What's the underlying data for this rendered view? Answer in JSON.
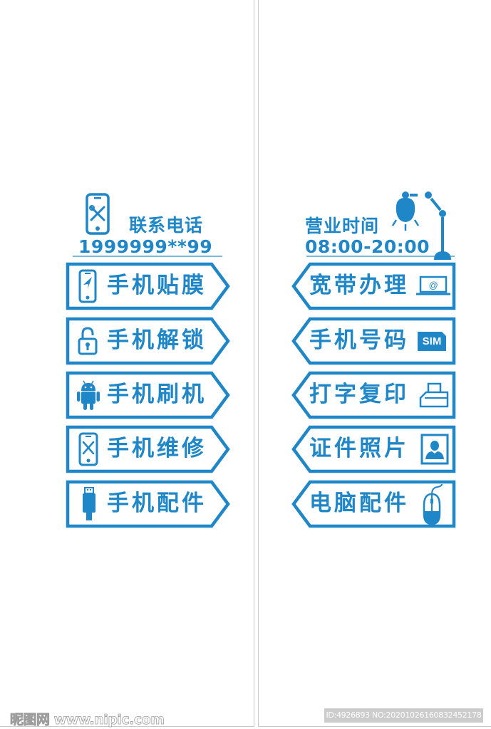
{
  "colors": {
    "accent": "#1f87c8",
    "panel_border": "#c9c9c9",
    "watermark_bg": "#cccccc"
  },
  "left_panel": {
    "header": {
      "icon": "phone-repair-icon",
      "title": "联系电话",
      "phone": "1999999**99"
    },
    "signs": [
      {
        "label": "手机贴膜",
        "icon": "phone-film-icon",
        "arrow": "right"
      },
      {
        "label": "手机解锁",
        "icon": "unlock-icon",
        "arrow": "right"
      },
      {
        "label": "手机刷机",
        "icon": "android-icon",
        "arrow": "right"
      },
      {
        "label": "手机维修",
        "icon": "phone-repair-icon",
        "arrow": "right"
      },
      {
        "label": "手机配件",
        "icon": "usb-cable-icon",
        "arrow": "right"
      }
    ]
  },
  "right_panel": {
    "header": {
      "icon": "desk-lamp-icon",
      "title": "营业时间",
      "hours": "08:00-20:00"
    },
    "signs": [
      {
        "label": "宽带办理",
        "icon": "laptop-at-icon",
        "arrow": "left"
      },
      {
        "label": "手机号码",
        "icon": "sim-card-icon",
        "icon_text": "SIM",
        "arrow": "left"
      },
      {
        "label": "打字复印",
        "icon": "printer-icon",
        "arrow": "left"
      },
      {
        "label": "证件照片",
        "icon": "id-photo-icon",
        "arrow": "left"
      },
      {
        "label": "电脑配件",
        "icon": "mouse-icon",
        "arrow": "left"
      }
    ]
  },
  "watermark": {
    "site": "昵图网 www.nipic.com",
    "id_text": "ID:4926893 NO:20201026160832452178"
  }
}
